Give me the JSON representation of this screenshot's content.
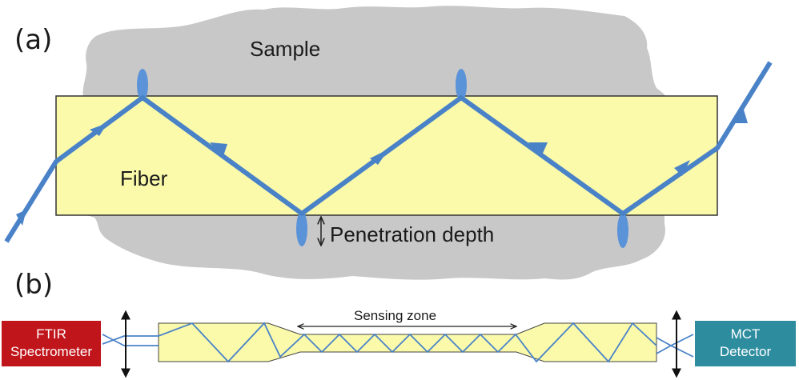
{
  "panel_a": {
    "label": "(a)",
    "sample_label": "Sample",
    "fiber_label": "Fiber",
    "penetration_label": "Penetration depth"
  },
  "panel_b": {
    "label": "(b)",
    "sensing_zone_label": "Sensing zone",
    "source": {
      "line1": "FTIR",
      "line2": "Spectrometer"
    },
    "detector": {
      "line1": "MCT",
      "line2": "Detector"
    }
  },
  "colors": {
    "sample_fill": "#c8c8c8",
    "fiber_fill": "#fafaaa",
    "ray": "#4a82c8",
    "evanescent": "#5b93d8",
    "source_box": "#c0151b",
    "detector_box": "#2d8d9f",
    "outline": "#333333"
  }
}
